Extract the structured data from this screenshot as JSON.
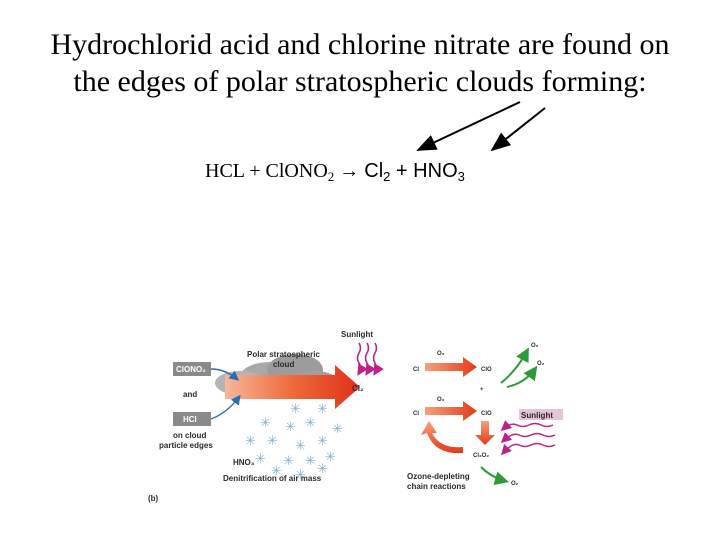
{
  "slide": {
    "title_line1": "Hydrochlorid acid and chlorine nitrate are found on",
    "title_line2": "the edges of polar stratospheric clouds forming:"
  },
  "equation": {
    "lhs_a": "HCL + ClONO",
    "lhs_sub": "2",
    "arrow": "→",
    "rhs_a": "Cl",
    "rhs_sub1": "2",
    "rhs_b": " + HNO",
    "rhs_sub2": "3"
  },
  "diagram": {
    "sunlight_top": "Sunlight",
    "cloud_label_1": "Polar stratospheric",
    "cloud_label_2": "cloud",
    "clono2": "ClONO₂",
    "and": "and",
    "hcl": "HCl",
    "on_cloud_1": "on cloud",
    "on_cloud_2": "particle edges",
    "cl2": "Cl₂",
    "hno3": "HNO₃",
    "denitrification": "Denitrification of air mass",
    "cl_upper": "Cl",
    "o3_upper": "O₃",
    "clo_upper": "ClO",
    "plus": "+",
    "cl_lower": "Cl",
    "o3_lower": "O₃",
    "clo_lower": "ClO",
    "o2_a": "O₂",
    "o2_b": "O₂",
    "sunlight_right": "Sunlight",
    "cl2o2": "Cl₂O₂",
    "o2_c": "O₂",
    "ozone_1": "Ozone-depleting",
    "ozone_2": "chain reactions",
    "panel": "(b)"
  },
  "colors": {
    "black": "#000000",
    "magenta": "#c0208a",
    "red_arrow": "#e8481c",
    "green": "#2f9a3a",
    "gray_box": "#8a8a8a",
    "snow_blue": "#7fb0d8"
  }
}
